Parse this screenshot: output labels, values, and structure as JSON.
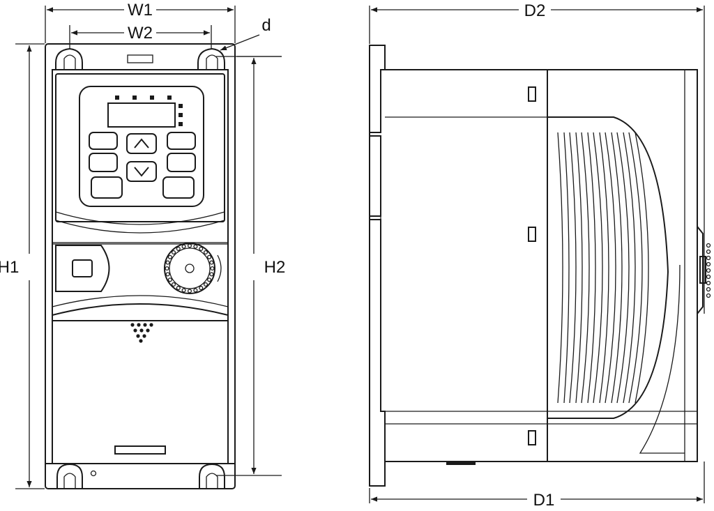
{
  "labels": {
    "w1": "W1",
    "w2": "W2",
    "d": "d",
    "h1": "H1",
    "h2": "H2",
    "d2": "D2",
    "d1": "D1"
  },
  "colors": {
    "line": "#1a1a1a",
    "background": "#ffffff"
  },
  "icons": {
    "key_up": "up-arrow-icon",
    "key_down": "down-arrow-icon"
  }
}
